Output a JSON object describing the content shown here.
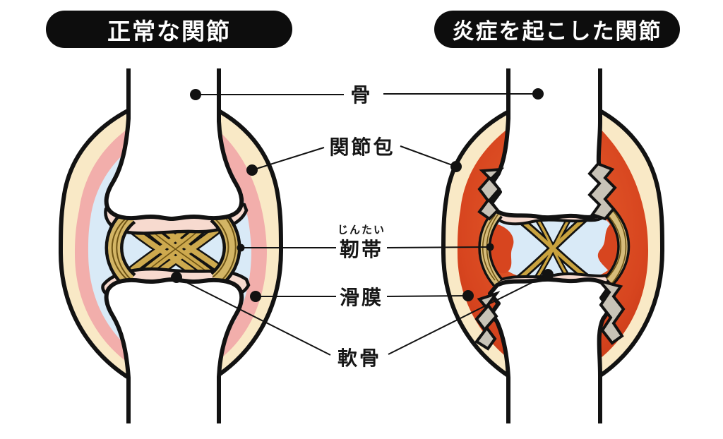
{
  "headers": {
    "normal": "正常な関節",
    "inflamed": "炎症を起こした関節"
  },
  "labels": {
    "bone": "骨",
    "joint_capsule": "関節包",
    "ligament": "靭帯",
    "ligament_furigana": "じんたい",
    "synovium": "滑膜",
    "cartilage": "軟骨"
  },
  "colors": {
    "outline_black": "#121212",
    "header_bg": "#0d0d0d",
    "header_text": "#ffffff",
    "capsule_cream": "#f9e9c6",
    "synovium_pink": "#f2aeab",
    "inflamed_red": "#d7451f",
    "inflamed_red_light": "#e9632f",
    "cavity_blue": "#d9eaf7",
    "ligament_gold": "#cda94e",
    "ligament_stripe": "#6f5414",
    "cartilage_pink": "#f7dacf",
    "eroded_gray": "#c8c3b7"
  }
}
